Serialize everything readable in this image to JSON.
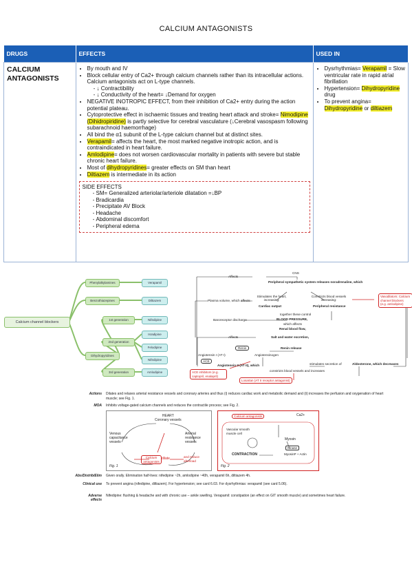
{
  "page_title": "CALCIUM ANTAGONISTS",
  "table": {
    "headers": {
      "drugs": "DRUGS",
      "effects": "EFFECTS",
      "used_in": "USED IN"
    },
    "drug_name": "CALCIUM ANTAGONISTS",
    "effects": {
      "e1": "By mouth and IV",
      "e2": "Block cellular entry of Ca2+ through calcium channels rather than its intracellular actions. Calcium antagonists act on L-type channels.",
      "e2a": "↓ Contractibility",
      "e2b": "↓ Conductivity of the heart= ↓Demand for oxygen",
      "e3": "NEGATIVE INOTROPIC EFFECT, from their inhibition of Ca2+ entry during the action potential plateau.",
      "e4a": "Cytoprotective effect in ischaemic tissues and treating heart attack and stroke=",
      "e4b_hl": "Nimodipine (Dihidropiridine)",
      "e4c": " is partly selective for cerebral vasculature (↓Cerebral vasospasm following subarachnoid haemorrhage)",
      "e5": "All bind the α1 subunit of the L-type calcium channel but at distinct sites.",
      "e6_hl": "Verapamil",
      "e6": "= affects the heart, the most marked negative inotropic action, and is contraindicated in heart failure.",
      "e7_hl": "Amlodipine",
      "e7": "= does not worsen cardiovascular mortality in patients with severe but stable chronic heart failure.",
      "e8a": "Most of ",
      "e8_hl": "dihydropyridines",
      "e8b": "= greater effects on SM than heart",
      "e9_hl": "Diltiazem",
      "e9": " is intermediate in its action"
    },
    "side_effects": {
      "title": "SIDE EFFECTS",
      "items": [
        "SM= Generalized arteriolar/arteriole dilatation =↓BP",
        "Bradicardia",
        "Precipitate AV Block",
        "Headache",
        "Abdominal discomfort",
        "Peripheral edema"
      ]
    },
    "used_in": {
      "u1a": "Dysrhythmias= ",
      "u1_hl": "Verapamil",
      "u1b": " = Slow ventricular rate in rapid atrial fibrillation",
      "u2a": "Hypertension= ",
      "u2_hl": "Dihydropyridine",
      "u2b": " drug",
      "u3a": "To prevent angina= ",
      "u3_hl1": "Dihydropyridine",
      "u3b": " or ",
      "u3_hl2": "diltiazem"
    }
  },
  "mindmap": {
    "root": "Calcium channel blockers",
    "classes": [
      "Phenylalkylamines",
      "Benzothiazepines",
      "Dihydropyridines"
    ],
    "generations": [
      "1st generation",
      "2nd generation",
      "3rd generation"
    ],
    "drugs": [
      "Verapamil",
      "Diltiazem",
      "Nifedipine",
      "Isradipine",
      "Felodipine",
      "Nifedipine",
      "Amlodipine"
    ]
  },
  "raas": {
    "cns": "CNS",
    "affects": "Affects",
    "pss": "Peripheral sympathetic system releases noradrenaline, which",
    "stimulates": "Stimulates the heart, increasing:",
    "cardiac_output": "Cardiac output",
    "constricts": "Constricts blood vessels increasing:",
    "pr": "Peripheral resistance",
    "vasodilators": "Vasodilators: Calcium channel blockers (e.g. amlodipine)",
    "plasma": "Plasma volume, which affects",
    "together": "together these control",
    "bp": "BLOOD PRESSURE,",
    "which_affects": "which affects",
    "renal": "Renal blood flow,",
    "baro": "Baroreceptor discharge",
    "salt": "Salt and water excretion,",
    "renin": "Renin",
    "renin_release": "Renin release",
    "angiotensinogen": "Angiotensinogen",
    "ang1": "Angiotensin I (AT I)",
    "ace": "ACE",
    "ang2": "Angiotensin II (AT II), which",
    "stim_sec": "stimulates secretion of",
    "aldo": "Aldosterone, which decreases",
    "constricts2": "constricts blood vessels and increases",
    "ace_inh": "ACE inhibitors (e.g. captopril, enalapril)",
    "losartan": "Losartan (AT II receptor antagonist)"
  },
  "bottom": {
    "actions_k": "Actions",
    "actions_v": "Dilates and relaxes arterial resistance vessels and coronary arteries and thus (i) reduces cardiac work and metabolic demand and (ii) increases the perfusion and oxygenation of heart muscle; see Fig. 1.",
    "moa_k": "MOA",
    "moa_v": "Inhibits voltage-gated calcium channels and reduces the contractile process; see Fig. 2.",
    "fig1": {
      "heart": "HEART",
      "coronary": "Coronary vessels",
      "venous": "Venous capacitance vessels",
      "arterial": "Arterial resistance vessels",
      "ca_ant": "Calcium antagonists",
      "dilate": "dilate",
      "reduce": "and reduce afterload",
      "label": "Fig. 1"
    },
    "fig2": {
      "ca_ant": "Calcium antagonists",
      "ca": "Ca2+",
      "vsm": "Vascular smooth muscle cell",
      "myosin": "Myosin",
      "kinase": "Kinase",
      "contraction": "CONTRACTION",
      "myosinp": "MyosinP + Actin",
      "label": "Fig. 2"
    },
    "abs_k": "Abs/Distrib/Elim",
    "abs_v": "Given orally. Elimination half-lives: nifedipine ~2h, amlodipine ~40h, verapamil 6h, diltiazem 4h.",
    "clin_k": "Clinical use",
    "clin_v": "To prevent angina (nifedipine, diltiazem). For hypertension; see card 6.03. For dysrhythmias: verapamil (see card 5.06).",
    "adv_k": "Adverse effects",
    "adv_v": "Nifedipine: flushing & headache and with chronic use – ankle swelling. Verapamil: constipation (an effect on GIT smooth muscle) and sometimes heart failure."
  }
}
